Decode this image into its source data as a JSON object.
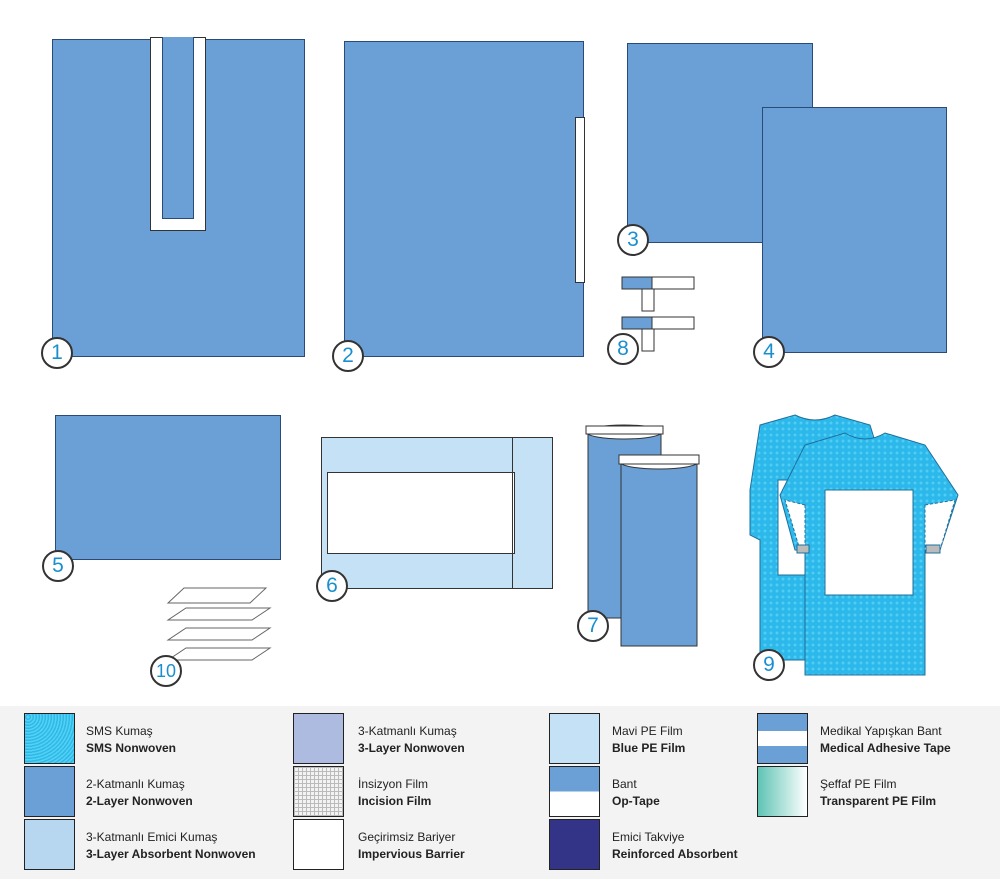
{
  "items": {
    "n1": "1",
    "n2": "2",
    "n3": "3",
    "n4": "4",
    "n5": "5",
    "n6": "6",
    "n7": "7",
    "n8": "8",
    "n9": "9",
    "n10": "10"
  },
  "legend": [
    {
      "tr": "SMS Kumaş",
      "en": "SMS Nonwoven",
      "color": "#2cbbe8"
    },
    {
      "tr": "2-Katmanlı Kumaş",
      "en": "2-Layer Nonwoven",
      "color": "#6aa0d6"
    },
    {
      "tr": "3-Katmanlı Emici Kumaş",
      "en": "3-Layer Absorbent Nonwoven",
      "color": "#b7d6f0"
    },
    {
      "tr": "3-Katmanlı Kumaş",
      "en": "3-Layer Nonwoven",
      "color": "#aebbe0"
    },
    {
      "tr": "İnsizyon Film",
      "en": "Incision Film",
      "color": "#e8e8e8"
    },
    {
      "tr": "Geçirimsiz Bariyer",
      "en": "Impervious Barrier",
      "color": "#ffffff"
    },
    {
      "tr": "Mavi PE Film",
      "en": "Blue PE Film",
      "color": "#c5e1f5"
    },
    {
      "tr": "Bant",
      "en": "Op-Tape",
      "color": "#6aa0d6"
    },
    {
      "tr": "Emici Takviye",
      "en": "Reinforced Absorbent",
      "color": "#333388"
    },
    {
      "tr": "Medikal Yapışkan Bant",
      "en": "Medical Adhesive Tape",
      "color": "#6aa0d6"
    },
    {
      "tr": "Şeffaf PE Film",
      "en": "Transparent PE Film",
      "color": "#5fc4b4"
    }
  ]
}
